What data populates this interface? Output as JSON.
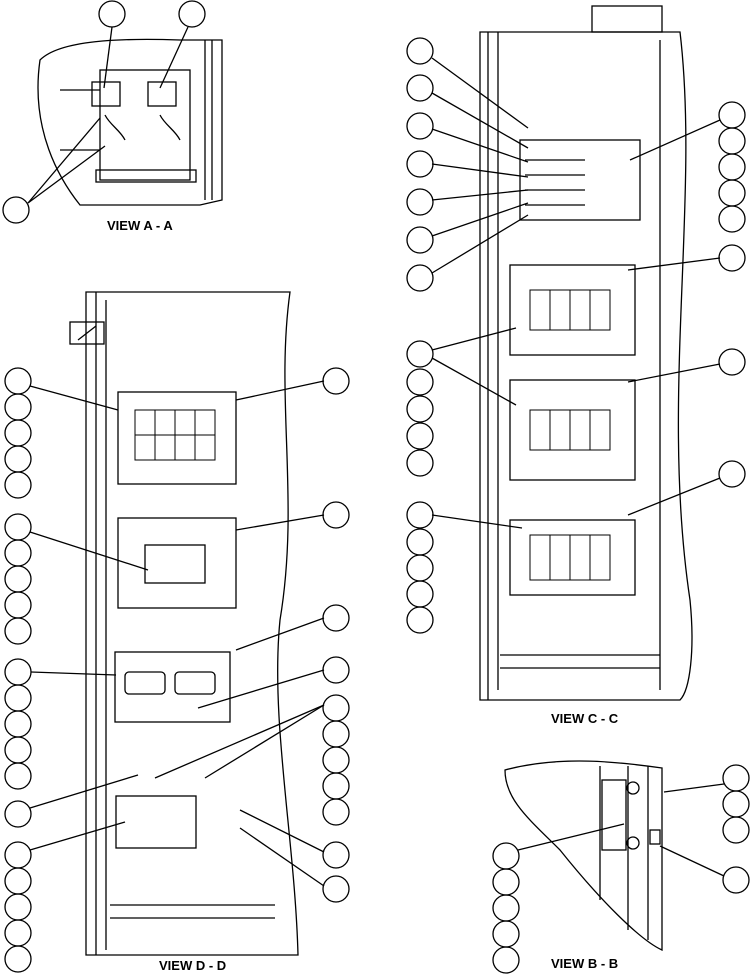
{
  "views": {
    "aa": {
      "label": "VIEW A - A"
    },
    "cc": {
      "label": "VIEW C - C"
    },
    "dd": {
      "label": "VIEW D - D"
    },
    "bb": {
      "label": "VIEW B - B"
    }
  },
  "colors": {
    "line": "#000000",
    "background": "#ffffff"
  }
}
